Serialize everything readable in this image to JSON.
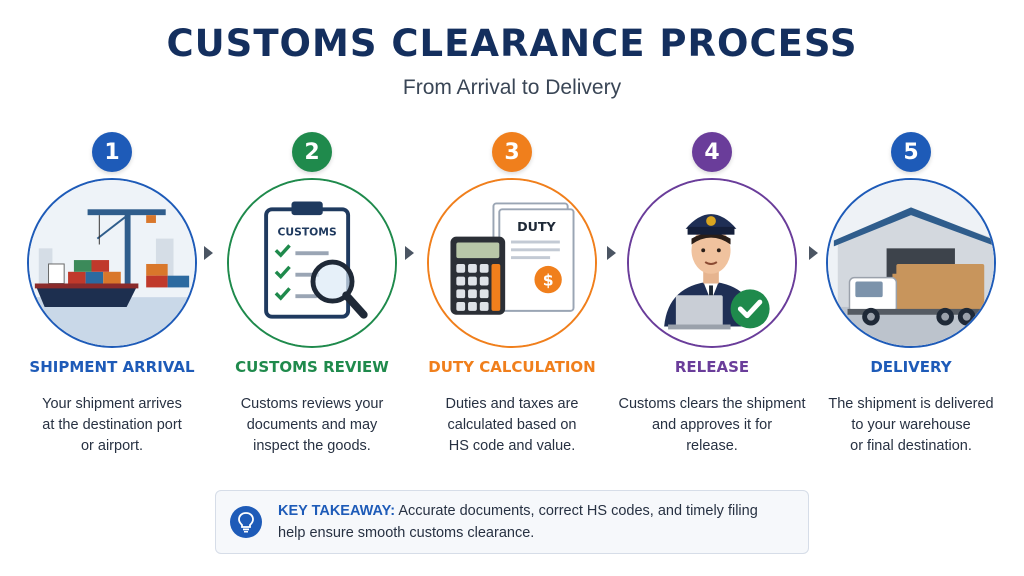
{
  "header": {
    "title": "CUSTOMS CLEARANCE PROCESS",
    "subtitle": "From Arrival to Delivery"
  },
  "steps": [
    {
      "number": "1",
      "title": "SHIPMENT ARRIVAL",
      "desc_lines": [
        "Your shipment arrives",
        "at the destination port",
        "or airport."
      ],
      "color": "#1e5bb8",
      "icon": "cargo-ship-icon"
    },
    {
      "number": "2",
      "title": "CUSTOMS REVIEW",
      "desc_lines": [
        "Customs reviews your",
        "documents and may",
        "inspect the goods."
      ],
      "color": "#1f8a4c",
      "icon": "clipboard-magnifier-icon",
      "icon_label": "CUSTOMS"
    },
    {
      "number": "3",
      "title": "DUTY CALCULATION",
      "desc_lines": [
        "Duties and taxes are",
        "calculated based on",
        "HS code and value."
      ],
      "color": "#f07f1c",
      "icon": "calculator-duty-icon",
      "icon_label": "DUTY"
    },
    {
      "number": "4",
      "title": "RELEASE",
      "desc_lines": [
        "Customs clears the shipment",
        "and approves it for",
        "release."
      ],
      "color": "#6a3d9a",
      "icon": "customs-officer-icon"
    },
    {
      "number": "5",
      "title": "DELIVERY",
      "desc_lines": [
        "The shipment is delivered",
        "to your warehouse",
        "or final destination."
      ],
      "color": "#1e5bb8",
      "icon": "delivery-truck-icon"
    }
  ],
  "takeaway": {
    "label": "KEY TAKEAWAY:",
    "line1": " Accurate documents, correct HS codes, and timely filing",
    "line2": "help ensure smooth customs clearance.",
    "icon": "lightbulb-icon"
  }
}
